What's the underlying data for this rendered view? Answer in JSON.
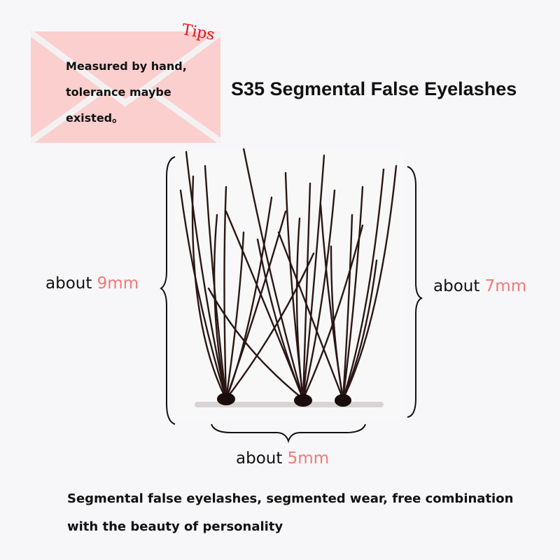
{
  "tips": {
    "label": "Tips",
    "lines": [
      "Measured by hand,",
      "tolerance maybe",
      "existed。"
    ]
  },
  "title": "S35 Segmental False Eyelashes",
  "measurements": {
    "height_left": {
      "prefix": "about ",
      "value": "9mm"
    },
    "height_right": {
      "prefix": "about ",
      "value": "7mm"
    },
    "width": {
      "prefix": "about ",
      "value": "5mm"
    }
  },
  "caption": {
    "lines": [
      "Segmental false eyelashes, segmented wear, free combination",
      "with the beauty of personality"
    ]
  },
  "colors": {
    "card": "#fbcfcd",
    "accent": "#f07a78",
    "tips_red": "#e0161c",
    "lash": "#2a1714"
  }
}
